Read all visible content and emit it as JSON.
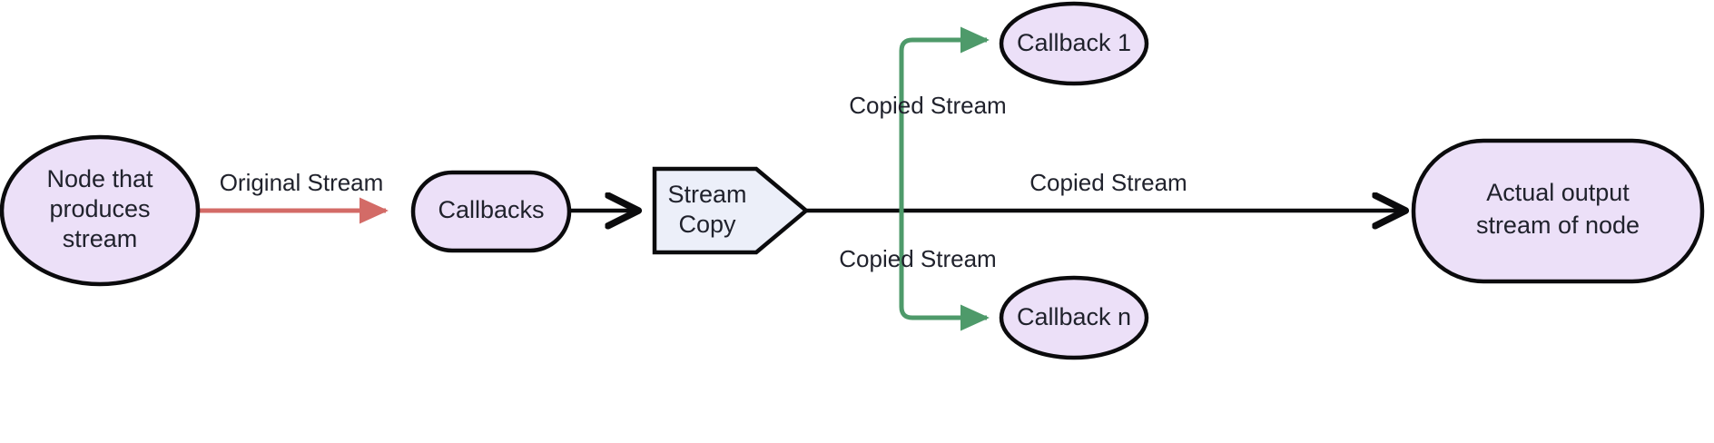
{
  "diagram": {
    "type": "flowchart",
    "direction": "left-to-right",
    "background": "#ffffff",
    "colors": {
      "node_fill_purple": "#ece0f8",
      "node_fill_blue": "#eceff9",
      "node_stroke": "#0b0b0d",
      "text": "#20222c",
      "edge_black": "#0b0b0d",
      "edge_red": "#d36b67",
      "edge_green": "#4e9a6a"
    },
    "nodes": [
      {
        "id": "producer",
        "label": "Node that produces stream",
        "lines": [
          "Node that",
          "produces",
          "stream"
        ],
        "shape": "ellipse",
        "fill": "#ece0f8"
      },
      {
        "id": "callbacks",
        "label": "Callbacks",
        "lines": [
          "Callbacks"
        ],
        "shape": "stadium",
        "fill": "#ece0f8"
      },
      {
        "id": "stream-copy",
        "label": "Stream Copy",
        "lines": [
          "Stream",
          "Copy"
        ],
        "shape": "flag-pentagon",
        "fill": "#eceff9"
      },
      {
        "id": "callback-1",
        "label": "Callback 1",
        "lines": [
          "Callback 1"
        ],
        "shape": "ellipse",
        "fill": "#ece0f8"
      },
      {
        "id": "callback-n",
        "label": "Callback n",
        "lines": [
          "Callback n"
        ],
        "shape": "ellipse",
        "fill": "#ece0f8"
      },
      {
        "id": "actual-output",
        "label": "Actual output stream of node",
        "lines": [
          "Actual output",
          "stream of node"
        ],
        "shape": "stadium",
        "fill": "#ece0f8"
      }
    ],
    "edges": [
      {
        "id": "producer-to-callbacks",
        "from": "producer",
        "to": "callbacks",
        "label": "Original Stream",
        "color": "#d36b67"
      },
      {
        "id": "callbacks-to-streamcopy",
        "from": "callbacks",
        "to": "stream-copy",
        "label": "",
        "color": "#0b0b0d"
      },
      {
        "id": "streamcopy-to-callback1",
        "from": "stream-copy",
        "to": "callback-1",
        "label": "Copied Stream",
        "color": "#4e9a6a"
      },
      {
        "id": "streamcopy-to-callbackn",
        "from": "stream-copy",
        "to": "callback-n",
        "label": "Copied Stream",
        "color": "#4e9a6a"
      },
      {
        "id": "streamcopy-to-actualoutput",
        "from": "stream-copy",
        "to": "actual-output",
        "label": "Copied Stream",
        "color": "#0b0b0d"
      }
    ]
  },
  "labels": {
    "producer_l1": "Node that",
    "producer_l2": "produces",
    "producer_l3": "stream",
    "callbacks": "Callbacks",
    "stream_copy_l1": "Stream",
    "stream_copy_l2": "Copy",
    "callback_1": "Callback 1",
    "callback_n": "Callback n",
    "actual_output_l1": "Actual output",
    "actual_output_l2": "stream of node",
    "edge_original_stream": "Original Stream",
    "edge_copied_stream_top": "Copied Stream",
    "edge_copied_stream_middle": "Copied Stream",
    "edge_copied_stream_bottom": "Copied Stream"
  }
}
